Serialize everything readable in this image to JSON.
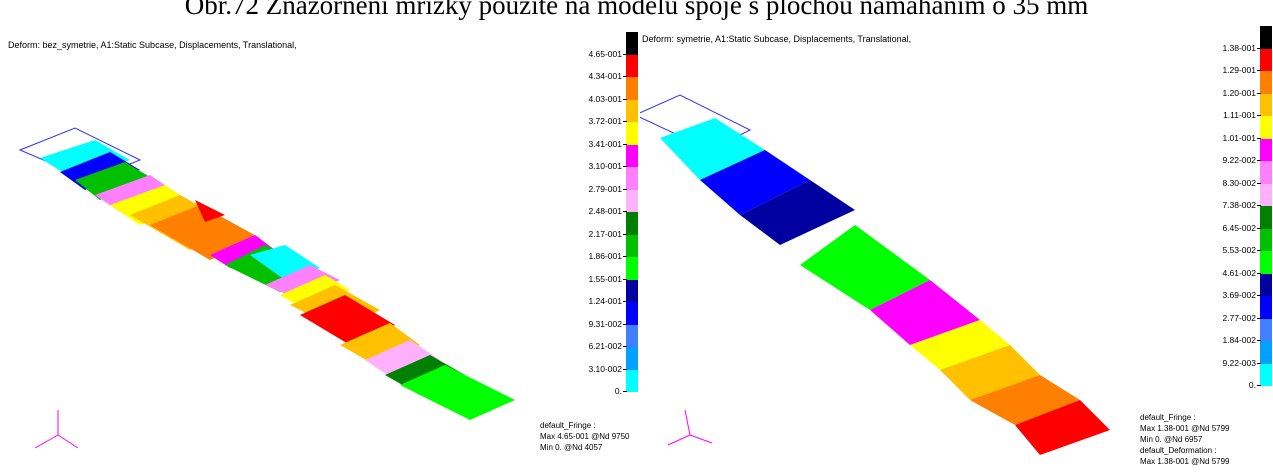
{
  "caption": "Obr.72 Znázornění mřížky použité na modelu spoje s plochou namáháním o 35 mm",
  "left_panel": {
    "title": "Deform: bez_symetrie, A1:Static Subcase, Displacements, Translational,",
    "legend": {
      "colors": [
        "#000000",
        "#ff0000",
        "#ff8000",
        "#ffc000",
        "#ffff00",
        "#ff00ff",
        "#ff80ff",
        "#ffb0ff",
        "#008000",
        "#00c000",
        "#00ff00",
        "#0000a0",
        "#0000ff",
        "#4080ff",
        "#00a0ff",
        "#00ffff"
      ],
      "ticks": [
        "4.65-001",
        "4.34-001",
        "4.03-001",
        "3.72-001",
        "3.41-001",
        "3.10-001",
        "2.79-001",
        "2.48-001",
        "2.17-001",
        "1.86-001",
        "1.55-001",
        "1.24-001",
        "9.31-002",
        "6.21-002",
        "3.10-002",
        "0."
      ]
    },
    "info": [
      "default_Fringe :",
      "Max 4.65-001 @Nd 9750",
      "Min 0. @Nd 4057"
    ]
  },
  "right_panel": {
    "title": "Deform: symetrie, A1:Static Subcase, Displacements, Translational,",
    "legend": {
      "colors": [
        "#000000",
        "#ff0000",
        "#ff8000",
        "#ffc000",
        "#ffff00",
        "#ff00ff",
        "#ff80ff",
        "#ffb0ff",
        "#008000",
        "#00c000",
        "#00ff00",
        "#0000a0",
        "#0000ff",
        "#4080ff",
        "#00a0ff",
        "#00ffff"
      ],
      "ticks": [
        "1.38-001",
        "1.29-001",
        "1.20-001",
        "1.11-001",
        "1.01-001",
        "9.22-002",
        "8.30-002",
        "7.38-002",
        "6.45-002",
        "5.53-002",
        "4.61-002",
        "3.69-002",
        "2.77-002",
        "1.84-002",
        "9.22-003",
        "0."
      ]
    },
    "info": [
      "default_Fringe :",
      "Max 1.38-001 @Nd 5799",
      "Min 0. @Nd 6957",
      "default_Deformation :",
      "Max 1.38-001 @Nd 5799"
    ]
  }
}
